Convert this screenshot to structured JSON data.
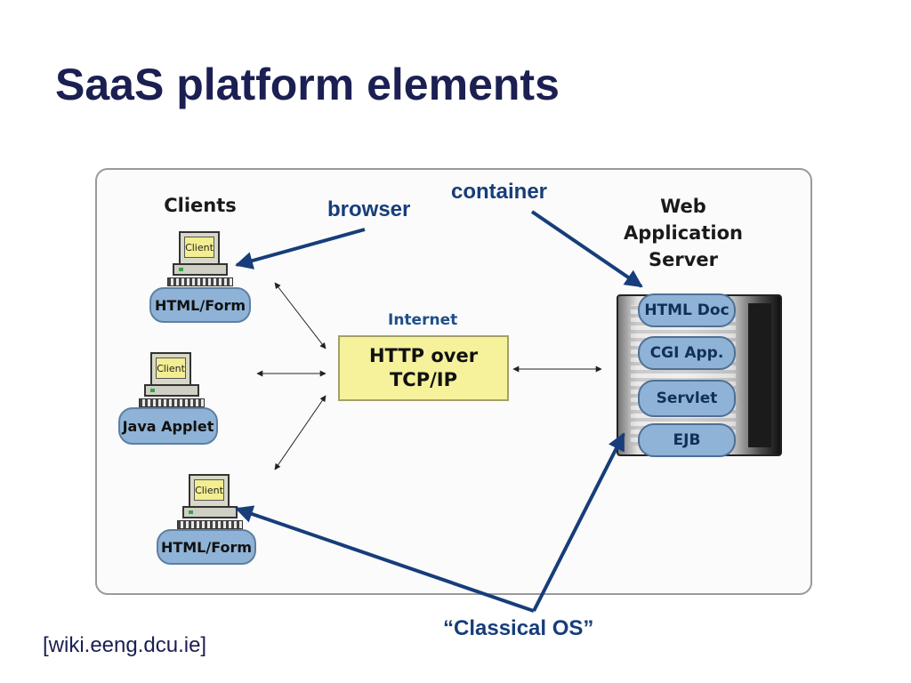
{
  "slide": {
    "title": "SaaS platform elements",
    "source": "[wiki.eeng.dcu.ie]"
  },
  "diagram": {
    "clients_header": "Clients",
    "server_header": "Web\nApplication\nServer",
    "internet_label": "Internet",
    "http_box": "HTTP over\nTCP/IP",
    "monitor_label": "Client",
    "clients": [
      {
        "label": "HTML/Form"
      },
      {
        "label": "Java Applet"
      },
      {
        "label": "HTML/Form"
      }
    ],
    "server_layers": [
      {
        "label": "HTML Doc"
      },
      {
        "label": "CGI App."
      },
      {
        "label": "Servlet"
      },
      {
        "label": "EJB"
      }
    ],
    "colors": {
      "title": "#1b1f52",
      "annotation": "#173d7a",
      "http_box": "#f5f29b",
      "pill": "#8fb3d6"
    }
  },
  "annotations": {
    "browser": "browser",
    "container": "container",
    "classical_os": "“Classical OS”"
  }
}
